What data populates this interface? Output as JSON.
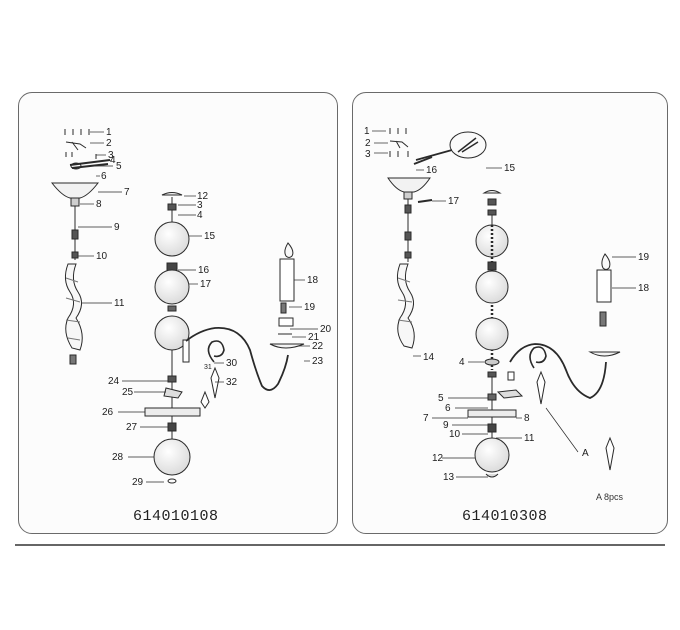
{
  "left_panel": {
    "model_number": "614010108",
    "callouts": [
      "1",
      "2",
      "3",
      "4",
      "5",
      "6",
      "7",
      "8",
      "9",
      "10",
      "11",
      "12",
      "3",
      "4",
      "15",
      "16",
      "17",
      "18",
      "19",
      "20",
      "21",
      "22",
      "23",
      "24",
      "25",
      "26",
      "27",
      "28",
      "29",
      "30",
      "31",
      "32"
    ]
  },
  "right_panel": {
    "model_number": "614010308",
    "callouts": [
      "1",
      "2",
      "3",
      "16",
      "15",
      "17",
      "14",
      "19",
      "18",
      "4",
      "5",
      "6",
      "7",
      "8",
      "9",
      "10",
      "11",
      "12",
      "13",
      "A"
    ],
    "note": "A  8pcs"
  },
  "colors": {
    "line": "#2a2a2a",
    "panel_border": "#6a6a6a",
    "globe": "#efefef"
  }
}
